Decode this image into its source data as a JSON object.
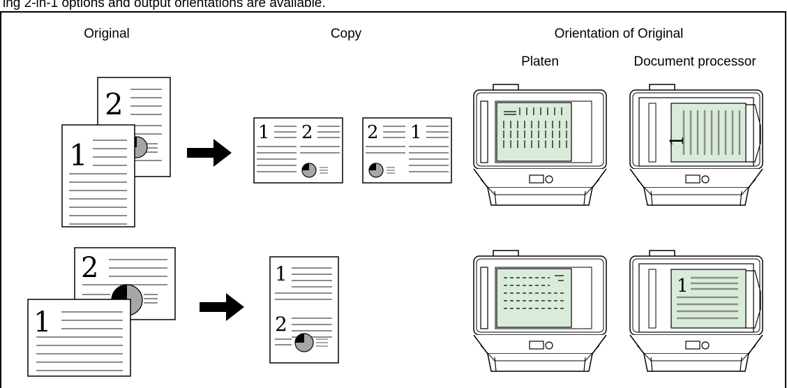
{
  "intro_text": "ing 2-in-1 options and output orientations are available.",
  "headers": {
    "original": "Original",
    "copy": "Copy",
    "orientation": "Orientation of Original",
    "platen": "Platen",
    "document_processor": "Document processor"
  },
  "page_numbers": {
    "one": "1",
    "two": "2"
  },
  "colors": {
    "original_tint": "#d9ecd9",
    "line_gray": "#8c8c8c",
    "pie_gray": "#a6a6a6"
  },
  "icons": [
    "arrow-right-icon",
    "scanner-platen-icon",
    "scanner-document-processor-icon",
    "pie-chart-icon"
  ]
}
